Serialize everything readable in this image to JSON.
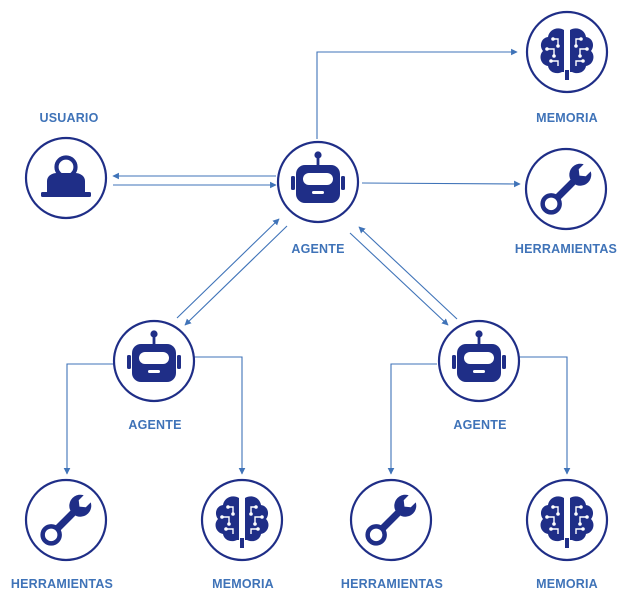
{
  "colors": {
    "icon": "#1f2e87",
    "line": "#3f73b8",
    "label": "#3f73b8",
    "background": "#ffffff"
  },
  "labels": {
    "usuario": "USUARIO",
    "agente_main": "AGENTE",
    "agente_left": "AGENTE",
    "agente_right": "AGENTE",
    "memoria_top": "MEMORIA",
    "herramientas_top": "HERRAMIENTAS",
    "herramientas_left": "HERRAMIENTAS",
    "memoria_left": "MEMORIA",
    "herramientas_right": "HERRAMIENTAS",
    "memoria_right": "MEMORIA"
  },
  "nodes": [
    {
      "id": "usuario",
      "icon": "user-laptop-icon",
      "label_key": "usuario"
    },
    {
      "id": "agente_main",
      "icon": "robot-icon",
      "label_key": "agente_main"
    },
    {
      "id": "memoria_top",
      "icon": "brain-circuit-icon",
      "label_key": "memoria_top"
    },
    {
      "id": "herramientas_top",
      "icon": "wrench-icon",
      "label_key": "herramientas_top"
    },
    {
      "id": "agente_left",
      "icon": "robot-icon",
      "label_key": "agente_left"
    },
    {
      "id": "agente_right",
      "icon": "robot-icon",
      "label_key": "agente_right"
    },
    {
      "id": "herramientas_left",
      "icon": "wrench-icon",
      "label_key": "herramientas_left"
    },
    {
      "id": "memoria_left",
      "icon": "brain-circuit-icon",
      "label_key": "memoria_left"
    },
    {
      "id": "herramientas_right",
      "icon": "wrench-icon",
      "label_key": "herramientas_right"
    },
    {
      "id": "memoria_right",
      "icon": "brain-circuit-icon",
      "label_key": "memoria_right"
    }
  ],
  "edges": [
    {
      "from": "agente_main",
      "to": "usuario"
    },
    {
      "from": "usuario",
      "to": "agente_main"
    },
    {
      "from": "agente_main",
      "to": "memoria_top"
    },
    {
      "from": "agente_main",
      "to": "herramientas_top"
    },
    {
      "from": "agente_main",
      "to": "agente_left"
    },
    {
      "from": "agente_left",
      "to": "agente_main"
    },
    {
      "from": "agente_main",
      "to": "agente_right"
    },
    {
      "from": "agente_right",
      "to": "agente_main"
    },
    {
      "from": "agente_left",
      "to": "herramientas_left"
    },
    {
      "from": "agente_left",
      "to": "memoria_left"
    },
    {
      "from": "agente_right",
      "to": "herramientas_right"
    },
    {
      "from": "agente_right",
      "to": "memoria_right"
    }
  ]
}
